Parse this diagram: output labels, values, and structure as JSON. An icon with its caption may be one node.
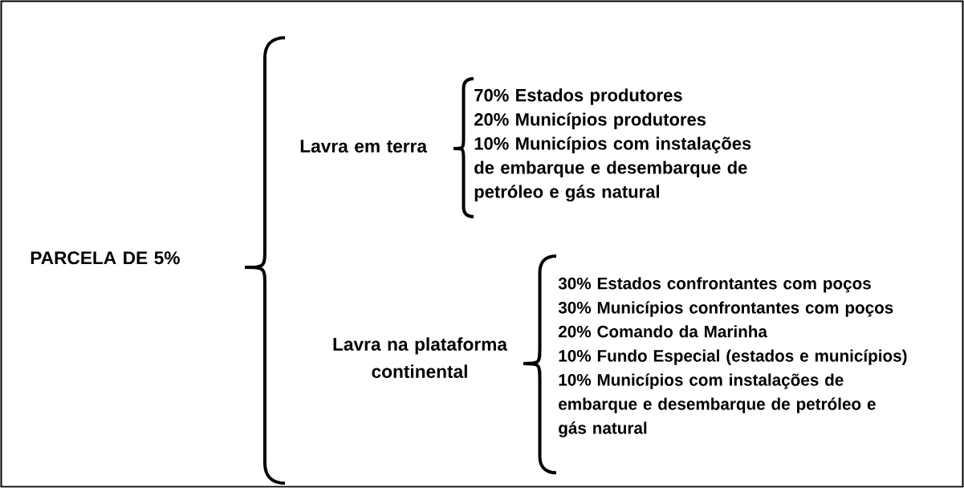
{
  "diagram": {
    "labels": [
      "PARCELA DE 5%",
      "Lavra em terra",
      "70% Estados produtores",
      "20% Municípios produtores",
      "10% Municípios com instalações de embarque e desembarque de petróleo e gás natural",
      "Lavra na plataforma continental",
      "30% Estados confrontantes com poços",
      "30% Municípios confrontantes com poços",
      "20% Comando da Marinha",
      "10% Fundo Especial (estados e municípios)",
      "10% Municípios com instalações de embarque e desembarque de petróleo e gás natural"
    ]
  }
}
